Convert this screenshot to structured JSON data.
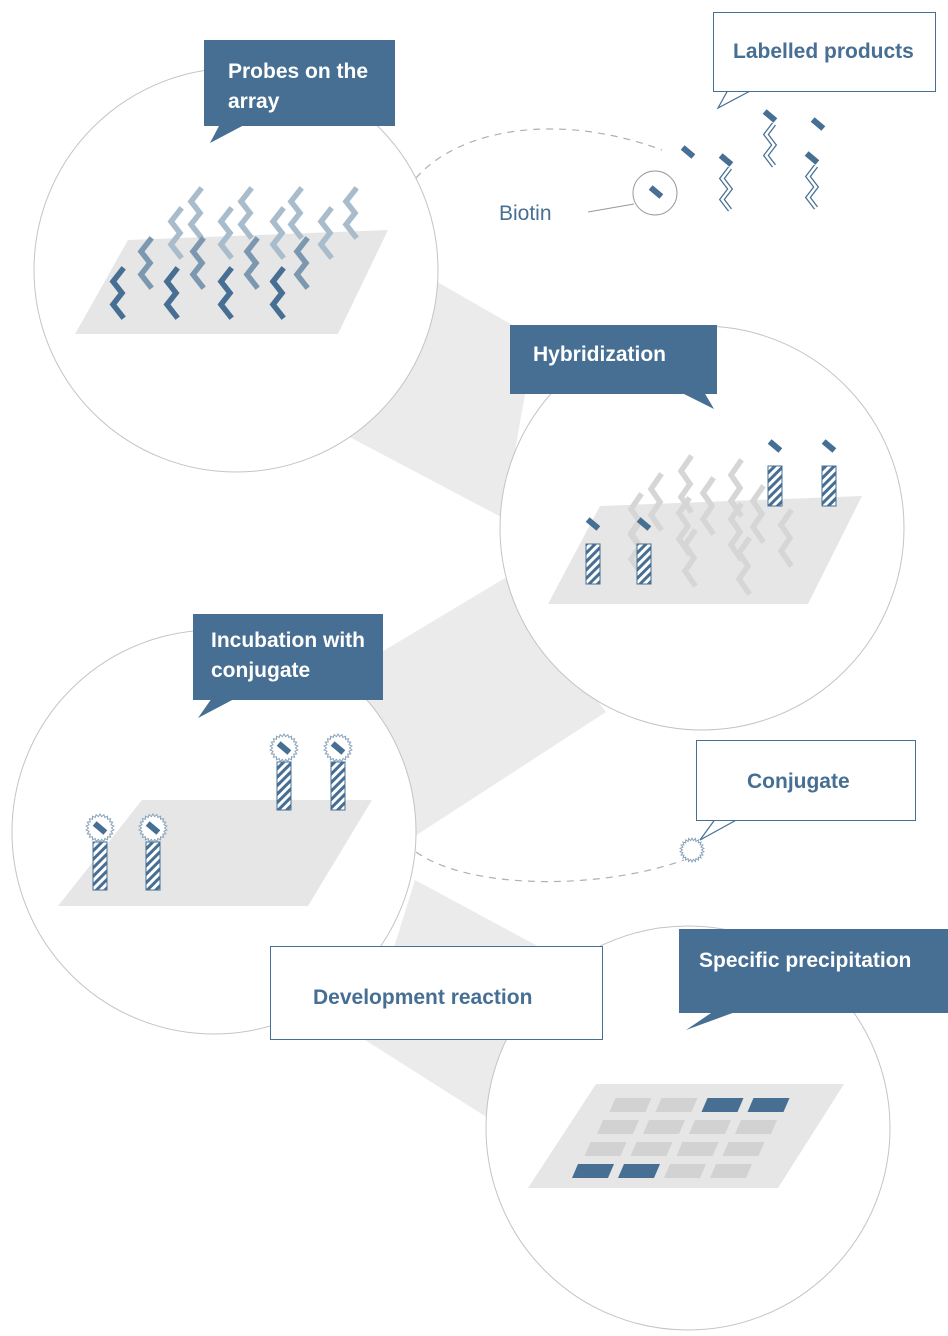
{
  "colors": {
    "accent": "#466f93",
    "probe_light": "#a9bccc",
    "probe_mid": "#7c98b0",
    "surface": "#e6e6e6",
    "faded": "#d6d6d6",
    "outline": "#c4c4c4"
  },
  "labels": {
    "probes": "Probes on the array",
    "labelled_products": "Labelled products",
    "biotin": "Biotin",
    "hybridization": "Hybridization",
    "incubation": "Incubation with conjugate",
    "conjugate": "Conjugate",
    "development": "Development reaction",
    "precipitation": "Specific precipitation"
  }
}
